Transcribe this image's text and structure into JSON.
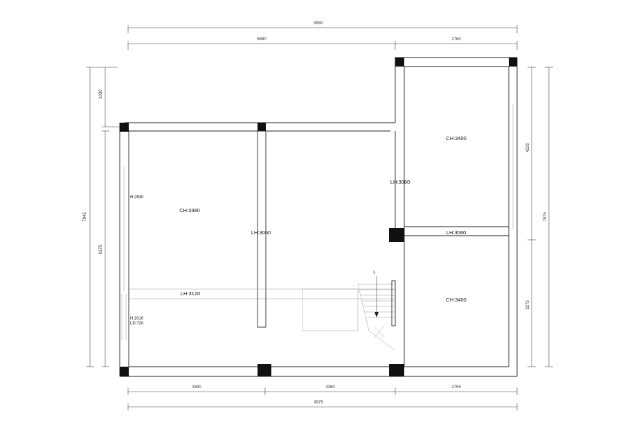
{
  "dimensions": {
    "top_total": "9980",
    "top_left": "6980",
    "top_right": "2760",
    "bottom_total": "9975",
    "bottom_left": "3360",
    "bottom_mid": "3360",
    "bottom_right": "2755",
    "left_total": "7845",
    "left_upper": "1030",
    "left_lower": "6175",
    "right_total": "7875",
    "right_upper": "4220",
    "right_lower": "3275"
  },
  "rooms": {
    "left": "CH:3380",
    "right_upper": "CH:3400",
    "right_lower": "CH:3400"
  },
  "beams": {
    "center_vertical": "LH:3060",
    "right_vertical": "LH:3060",
    "right_horizontal": "LH:3060",
    "left_horizontal": "LH:3120"
  },
  "openings": {
    "window_left": "H:2630",
    "window_lower_h": "H:2010",
    "window_lower_ld": "LD:720"
  },
  "stair": {
    "up_label": "UP"
  }
}
